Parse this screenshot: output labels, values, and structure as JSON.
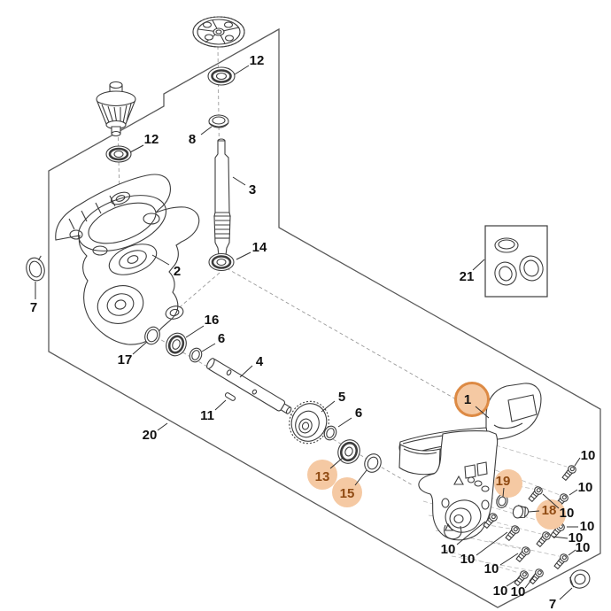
{
  "diagram": {
    "type": "exploded-parts-diagram",
    "background": "#ffffff",
    "colors": {
      "line": "#3d3d3d",
      "panel_border": "#5a5a5a",
      "dashed_centerline": "#9a9a9a",
      "leader": "#2f2f2f",
      "callout_text": "#111111",
      "highlight_fill": "#f5c9a3",
      "highlight_ring": "#dd8a44",
      "highlight_text": "#8f4a12"
    },
    "callouts": [
      {
        "id": "bearing-12-top",
        "text": "12",
        "highlighted": false
      },
      {
        "id": "washer-8",
        "text": "8",
        "highlighted": false
      },
      {
        "id": "shaft-3",
        "text": "3",
        "highlighted": false
      },
      {
        "id": "bearing-14",
        "text": "14",
        "highlighted": false
      },
      {
        "id": "bearing-12-left",
        "text": "12",
        "highlighted": false
      },
      {
        "id": "housing-2",
        "text": "2",
        "highlighted": false
      },
      {
        "id": "ring-7-left",
        "text": "7",
        "highlighted": false
      },
      {
        "id": "washer-17",
        "text": "17",
        "highlighted": false
      },
      {
        "id": "bearing-16",
        "text": "16",
        "highlighted": false
      },
      {
        "id": "ring-6-inner",
        "text": "6",
        "highlighted": false
      },
      {
        "id": "shaft-4",
        "text": "4",
        "highlighted": false
      },
      {
        "id": "pin-11",
        "text": "11",
        "highlighted": false
      },
      {
        "id": "gear-5",
        "text": "5",
        "highlighted": false
      },
      {
        "id": "ring-6-outer",
        "text": "6",
        "highlighted": false
      },
      {
        "id": "bearing-13",
        "text": "13",
        "highlighted": true
      },
      {
        "id": "ring-15",
        "text": "15",
        "highlighted": true
      },
      {
        "id": "assembly-20",
        "text": "20",
        "highlighted": false
      },
      {
        "id": "housing-1",
        "text": "1",
        "highlighted": true
      },
      {
        "id": "ring-19",
        "text": "19",
        "highlighted": true
      },
      {
        "id": "plug-18",
        "text": "18",
        "highlighted": true
      },
      {
        "id": "kit-21",
        "text": "21",
        "highlighted": false
      },
      {
        "id": "grommet-7-right",
        "text": "7",
        "highlighted": false
      },
      {
        "id": "screw-10-r1",
        "text": "10",
        "highlighted": false
      },
      {
        "id": "screw-10-r2",
        "text": "10",
        "highlighted": false
      },
      {
        "id": "screw-10-r3",
        "text": "10",
        "highlighted": false
      },
      {
        "id": "screw-10-r4",
        "text": "10",
        "highlighted": false
      },
      {
        "id": "screw-10-r5",
        "text": "10",
        "highlighted": false
      },
      {
        "id": "screw-10-r6",
        "text": "10",
        "highlighted": false
      },
      {
        "id": "screw-10-b1",
        "text": "10",
        "highlighted": false
      },
      {
        "id": "screw-10-b2",
        "text": "10",
        "highlighted": false
      },
      {
        "id": "screw-10-b3",
        "text": "10",
        "highlighted": false
      },
      {
        "id": "screw-10-b4",
        "text": "10",
        "highlighted": false
      },
      {
        "id": "screw-10-b5",
        "text": "10",
        "highlighted": false
      }
    ]
  }
}
